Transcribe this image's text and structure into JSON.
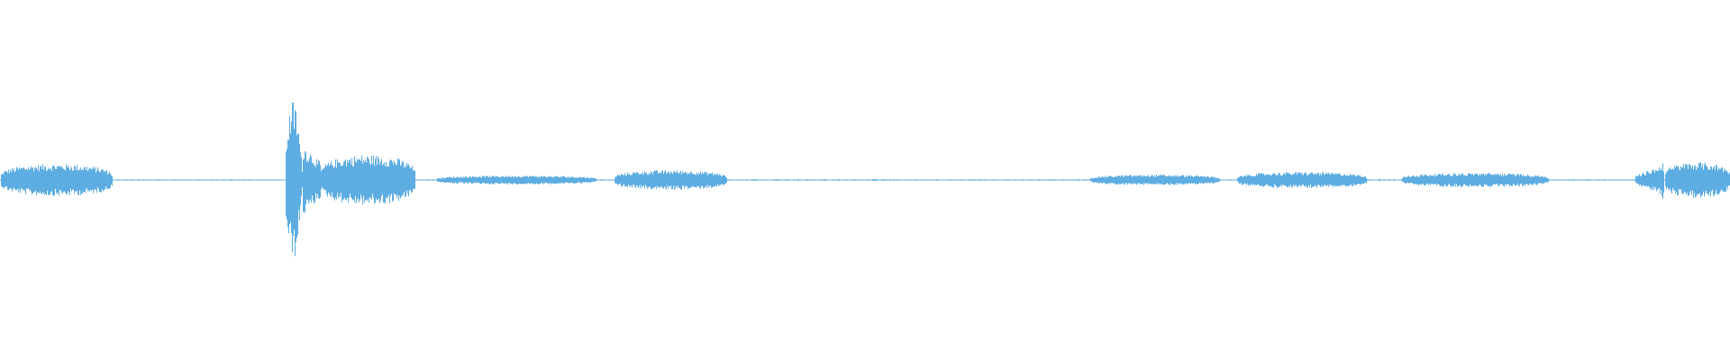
{
  "waveform": {
    "color": "#5dade2",
    "background": "#ffffff",
    "segments": [
      {
        "start": 0.0,
        "end": 0.065,
        "peak": 0.09,
        "shape": "plateau"
      },
      {
        "start": 0.065,
        "end": 0.165,
        "peak": 0.004,
        "shape": "flat"
      },
      {
        "start": 0.165,
        "end": 0.175,
        "peak": 0.55,
        "shape": "attack"
      },
      {
        "start": 0.175,
        "end": 0.185,
        "peak": 0.2,
        "shape": "decay"
      },
      {
        "start": 0.185,
        "end": 0.24,
        "peak": 0.14,
        "shape": "plateau"
      },
      {
        "start": 0.24,
        "end": 0.252,
        "peak": 0.004,
        "shape": "flat"
      },
      {
        "start": 0.252,
        "end": 0.345,
        "peak": 0.025,
        "shape": "plateau"
      },
      {
        "start": 0.345,
        "end": 0.355,
        "peak": 0.004,
        "shape": "flat"
      },
      {
        "start": 0.355,
        "end": 0.42,
        "peak": 0.055,
        "shape": "plateau"
      },
      {
        "start": 0.42,
        "end": 0.63,
        "peak": 0.005,
        "shape": "flat"
      },
      {
        "start": 0.63,
        "end": 0.705,
        "peak": 0.03,
        "shape": "plateau"
      },
      {
        "start": 0.705,
        "end": 0.715,
        "peak": 0.004,
        "shape": "flat"
      },
      {
        "start": 0.715,
        "end": 0.79,
        "peak": 0.045,
        "shape": "plateau"
      },
      {
        "start": 0.79,
        "end": 0.81,
        "peak": 0.006,
        "shape": "flat"
      },
      {
        "start": 0.81,
        "end": 0.895,
        "peak": 0.04,
        "shape": "plateau"
      },
      {
        "start": 0.895,
        "end": 0.945,
        "peak": 0.004,
        "shape": "flat"
      },
      {
        "start": 0.945,
        "end": 0.96,
        "peak": 0.08,
        "shape": "rise"
      },
      {
        "start": 0.96,
        "end": 0.962,
        "peak": 0.14,
        "shape": "attack"
      },
      {
        "start": 0.962,
        "end": 1.0,
        "peak": 0.1,
        "shape": "plateau"
      }
    ]
  }
}
